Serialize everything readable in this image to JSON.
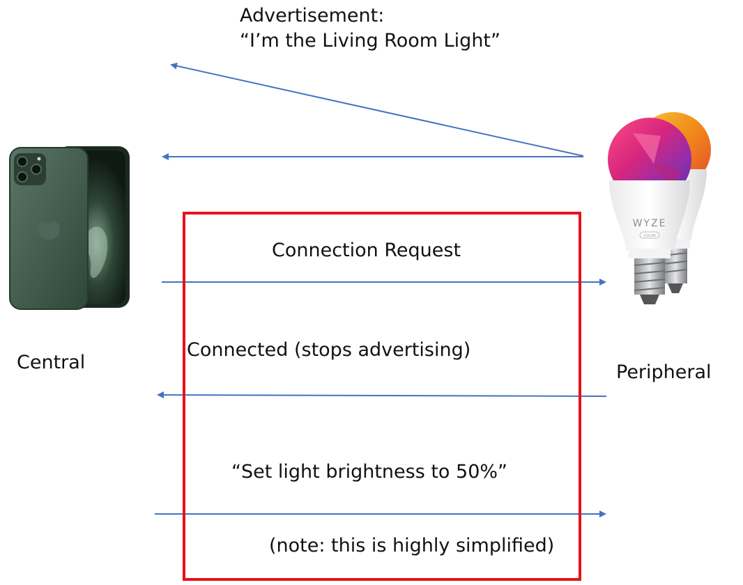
{
  "advertisement": {
    "title": "Advertisement:",
    "text": "“I’m the Living Room Light”"
  },
  "roles": {
    "central": "Central",
    "peripheral": "Peripheral"
  },
  "messages": {
    "connection_request": "Connection Request",
    "connected": "Connected (stops advertising)",
    "set_brightness": "“Set light brightness to 50%”",
    "note": "(note: this is highly simplified)"
  },
  "device_brand": "WYZE",
  "device_badge": "COLOR",
  "colors": {
    "arrow": "#4472c4",
    "focus_box": "#e8121b",
    "phone_body": "#3f5a4c"
  }
}
